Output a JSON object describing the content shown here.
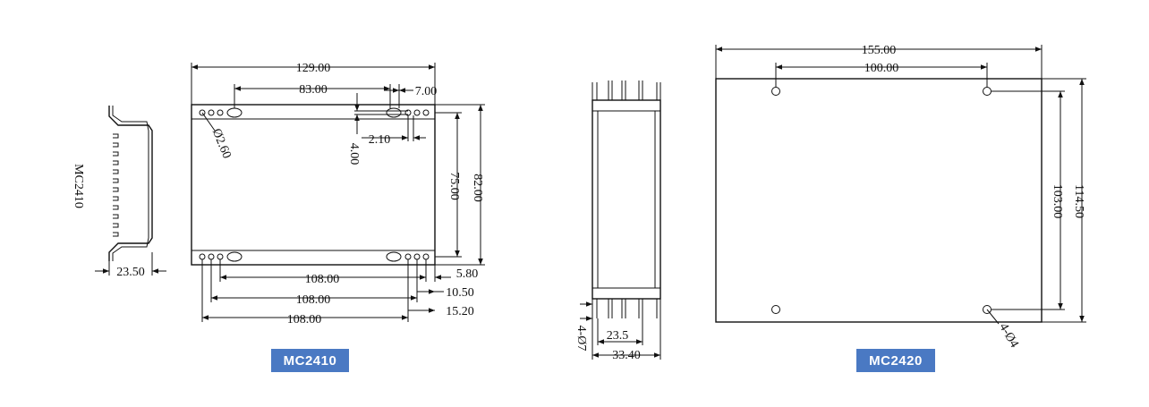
{
  "left": {
    "model_side_label": "MC2410",
    "badge": "MC2410",
    "dims": {
      "width_overall": "129.00",
      "width_holes": "83.00",
      "right_offset": "7.00",
      "hole_dia": "Ø2.60",
      "v_small": "4.00",
      "h_small": "2.10",
      "height_inner": "75.00",
      "height_overall": "82.00",
      "bottom_1": "108.00",
      "bottom_2": "108.00",
      "bottom_3": "108.00",
      "side_1": "5.80",
      "side_2": "10.50",
      "side_3": "15.20",
      "profile_width": "23.50"
    }
  },
  "right": {
    "badge": "MC2420",
    "dims": {
      "width_overall": "155.00",
      "width_holes": "100.00",
      "height_holes": "103.00",
      "height_overall": "114.50",
      "hole_spec": "4-Ø4",
      "side_hole_spec": "4-Ø7",
      "side_inner": "23.5",
      "side_overall": "33.40"
    }
  },
  "colors": {
    "badge_bg": "#4a79c3",
    "line": "#111111"
  }
}
